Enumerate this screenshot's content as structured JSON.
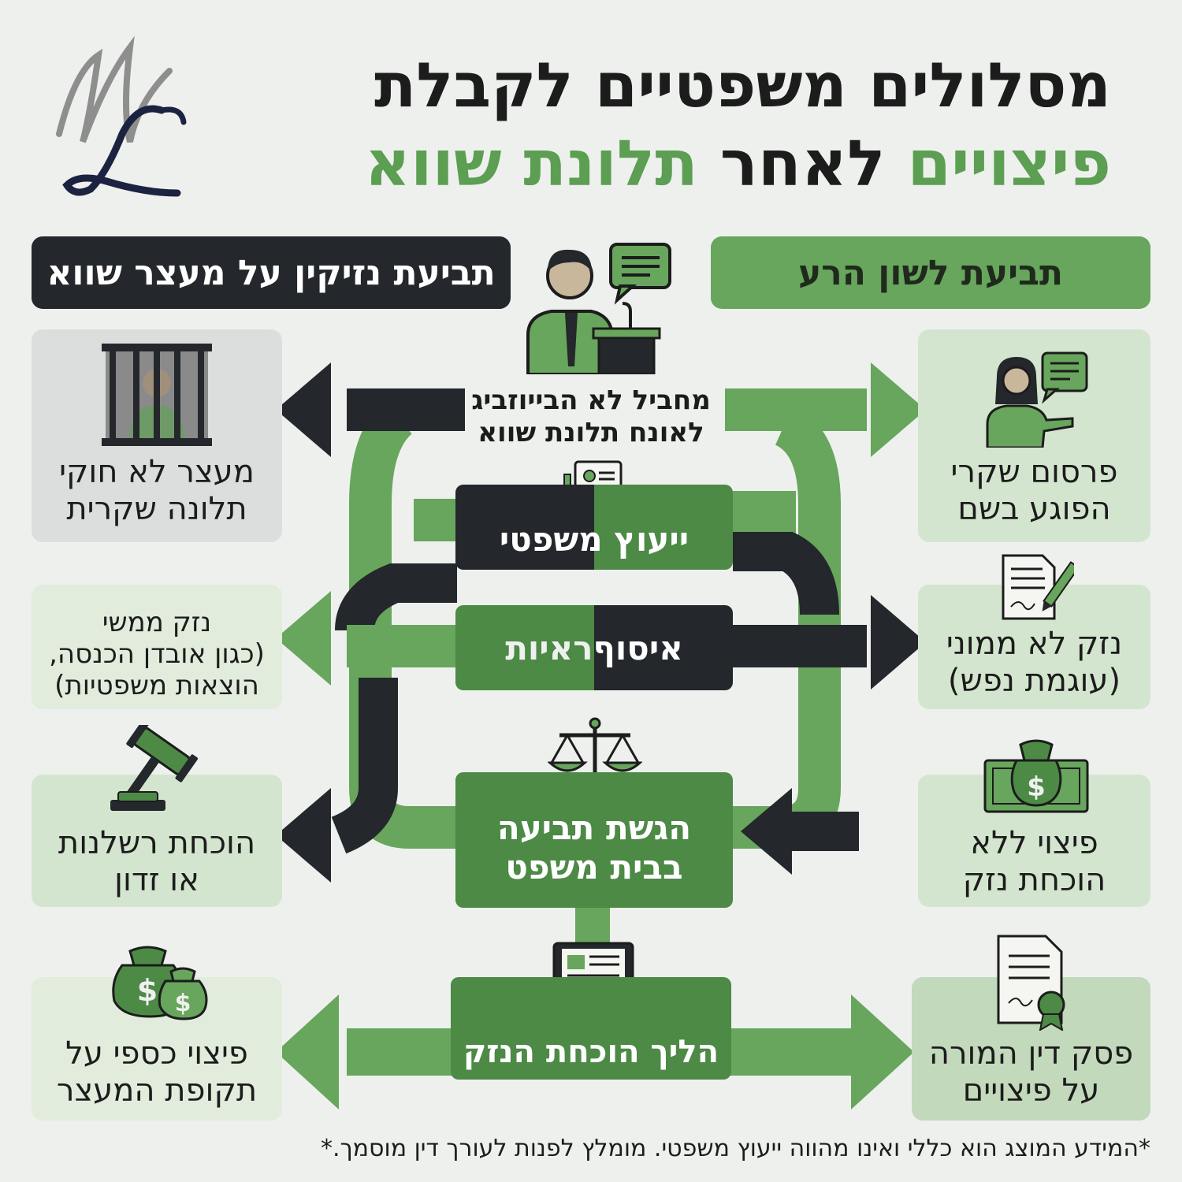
{
  "logo": {
    "letters": "ML"
  },
  "title": {
    "line1": "מסלולים משפטיים לקבלת",
    "line2_part1": "פיצויים",
    "line2_part2": "לאחר",
    "line2_part3": "תלונת שווא"
  },
  "tracks": {
    "left_header": "תביעת נזיקין על מעצר שווא",
    "right_header": "תביעת לשון הרע"
  },
  "speaker_text": "מחביל לא הבייוזביג\nלאונח תלונת שווא",
  "center": {
    "legal_advice": "ייעוץ משפטי",
    "evidence_part1": "איסוף",
    "evidence_part2": "ראיות",
    "lawsuit": "הגשת תביעה\nבבית משפט",
    "damage_proof": "הליך הוכחת הנזק"
  },
  "left_cards": [
    {
      "label": "מעצר לא חוקי\nתלונה שקרית",
      "icon": "jail-icon"
    },
    {
      "label": "נזק ממשי\n(כגון אובדן הכנסה,\nהוצאות משפטיות)",
      "icon": ""
    },
    {
      "label": "הוכחת רשלנות\nאו זדון",
      "icon": "gavel-icon"
    },
    {
      "label": "פיצוי כספי על\nתקופת המעצר",
      "icon": "money-bags-icon"
    }
  ],
  "right_cards": [
    {
      "label": "פרסום שקרי\nהפוגע בשם",
      "icon": "speaking-woman-icon"
    },
    {
      "label": "נזק לא ממוני\n(עוגמת נפש)",
      "icon": "signed-document-icon"
    },
    {
      "label": "פיצוי ללא\nהוכחת נזק",
      "icon": "money-bill-icon"
    },
    {
      "label": "פסק דין המורה\nעל פיצויים",
      "icon": "certificate-icon"
    }
  ],
  "disclaimer": "*המידע המוצג הוא כללי ואינו מהווה ייעוץ משפטי. מומלץ לפנות לעורך דין מוסמך.*",
  "colors": {
    "green": "#67a65c",
    "dark_green": "#4c8a45",
    "dark": "#24272b",
    "bg": "#eef0ee"
  }
}
